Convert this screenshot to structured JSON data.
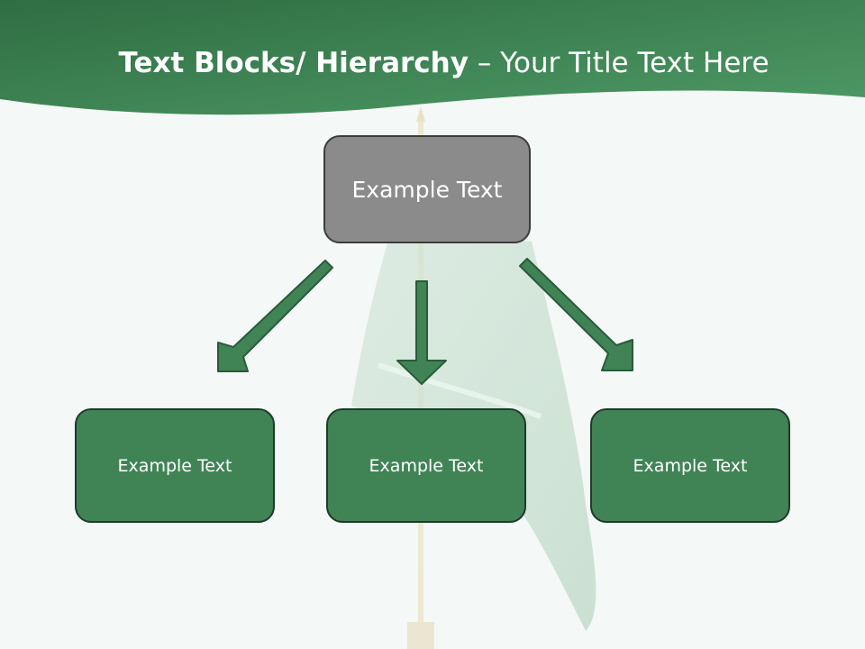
{
  "title": {
    "bold": "Text Blocks/ Hierarchy",
    "rest": " – Your Title Text Here"
  },
  "diagram": {
    "top_box": "Example Text",
    "children": [
      "Example Text",
      "Example Text",
      "Example Text"
    ]
  },
  "colors": {
    "header_green": "#3a7f4f",
    "box_green": "#408456",
    "box_gray": "#8b8b8b",
    "arrow_fill": "#408456",
    "arrow_stroke": "#2a5a3a"
  }
}
